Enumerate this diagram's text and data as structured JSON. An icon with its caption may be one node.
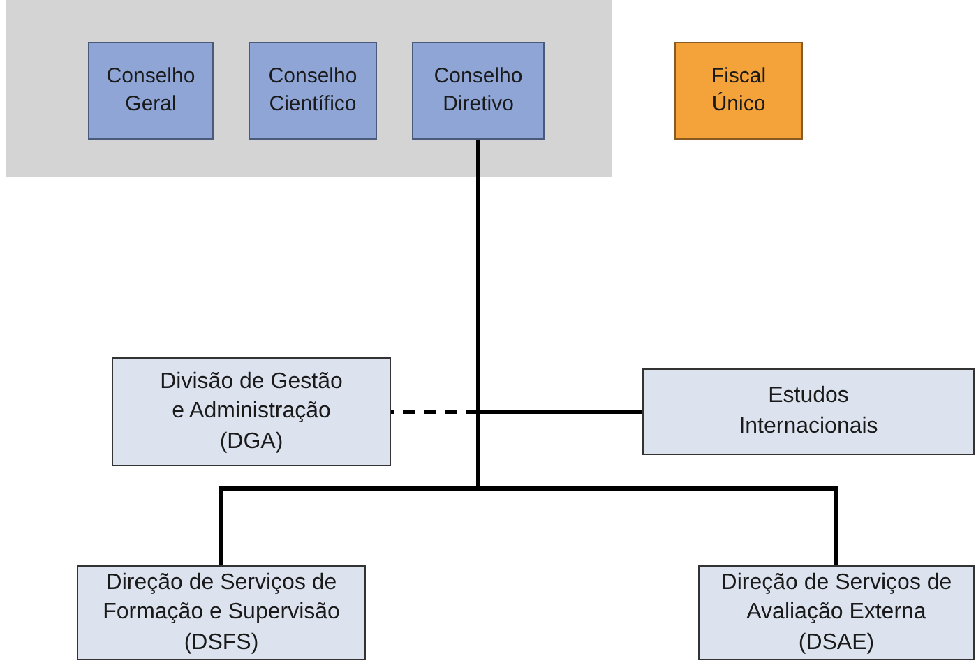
{
  "diagram": {
    "nodes": [
      {
        "text": [],
        "shape": "band"
      },
      {
        "text": [
          "Conselho Geral"
        ],
        "in": 0
      },
      {
        "text": [
          "Conselho Científico"
        ],
        "in": 0
      },
      {
        "text": [
          "Conselho Diretivo"
        ],
        "in": 0
      },
      {
        "text": [
          "Fiscal Único"
        ]
      },
      {
        "text": [
          "Divisão de Gestão e Administração (DGA)"
        ]
      },
      {
        "text": [
          "Estudos Internacionais"
        ]
      },
      {
        "text": [
          "Direção de Serviços de Formação e Supervisão (DSFS)"
        ]
      },
      {
        "text": [
          "Direção de Serviços de Avaliação Externa (DSAE)"
        ]
      }
    ],
    "edges": [
      {
        "from": 3,
        "to": 5,
        "arrow": "none",
        "style": "dashed"
      },
      {
        "from": 3,
        "to": 6,
        "arrow": "none"
      },
      {
        "from": 3,
        "to": 7,
        "arrow": "none"
      },
      {
        "from": 3,
        "to": 8,
        "arrow": "none"
      }
    ]
  }
}
